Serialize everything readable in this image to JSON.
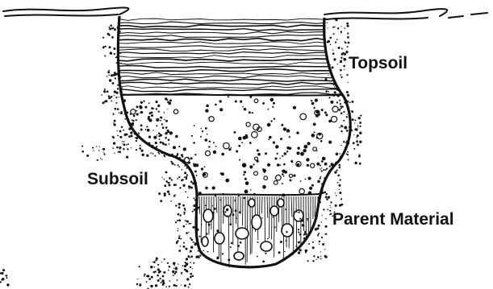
{
  "labels": {
    "topsoil": "Topsoil",
    "subsoil": "Subsoil",
    "parent_material": "Parent Material"
  },
  "colors": {
    "ink": "#111111",
    "background": "#ffffff"
  }
}
